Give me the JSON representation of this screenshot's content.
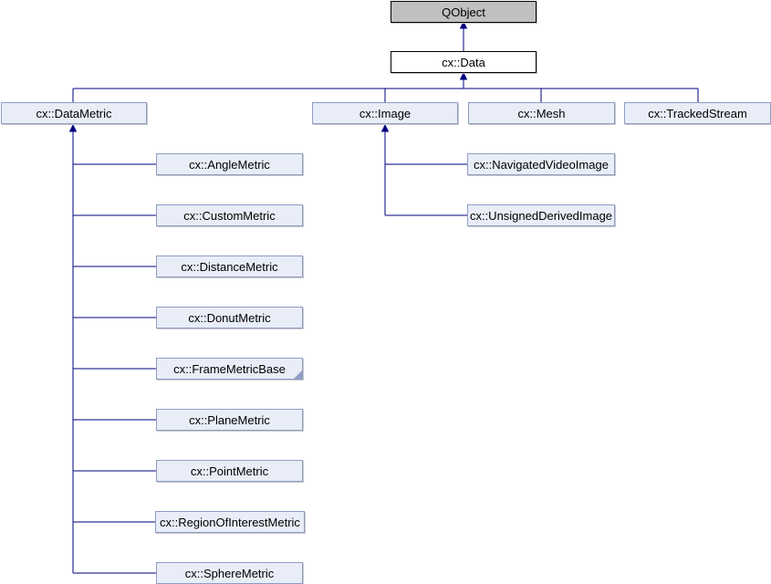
{
  "diagram_type": "class-inheritance-graph",
  "colors": {
    "line": "#000080",
    "root_fill": "#c0c0c0",
    "root_border": "#000000",
    "plain_fill": "#ffffff",
    "node_fill": "#e8edf7",
    "node_border": "#8f9dc4",
    "text": "#000000",
    "background": "#ffffff"
  },
  "nodes": {
    "qobject": {
      "label": "QObject"
    },
    "data": {
      "label": "cx::Data"
    },
    "data_metric": {
      "label": "cx::DataMetric"
    },
    "image": {
      "label": "cx::Image"
    },
    "mesh": {
      "label": "cx::Mesh"
    },
    "tracked_stream": {
      "label": "cx::TrackedStream"
    },
    "angle_metric": {
      "label": "cx::AngleMetric"
    },
    "custom_metric": {
      "label": "cx::CustomMetric"
    },
    "distance_metric": {
      "label": "cx::DistanceMetric"
    },
    "donut_metric": {
      "label": "cx::DonutMetric"
    },
    "frame_metric_base": {
      "label": "cx::FrameMetricBase"
    },
    "plane_metric": {
      "label": "cx::PlaneMetric"
    },
    "point_metric": {
      "label": "cx::PointMetric"
    },
    "region_of_interest_metric": {
      "label": "cx::RegionOfInterestMetric"
    },
    "sphere_metric": {
      "label": "cx::SphereMetric"
    }
  },
  "edges": [
    {
      "from": "cx::Data",
      "to": "QObject"
    },
    {
      "from": "cx::DataMetric",
      "to": "cx::Data"
    },
    {
      "from": "cx::Image",
      "to": "cx::Data"
    },
    {
      "from": "cx::Mesh",
      "to": "cx::Data"
    },
    {
      "from": "cx::TrackedStream",
      "to": "cx::Data"
    },
    {
      "from": "cx::AngleMetric",
      "to": "cx::DataMetric"
    },
    {
      "from": "cx::CustomMetric",
      "to": "cx::DataMetric"
    },
    {
      "from": "cx::DistanceMetric",
      "to": "cx::DataMetric"
    },
    {
      "from": "cx::DonutMetric",
      "to": "cx::DataMetric"
    },
    {
      "from": "cx::FrameMetricBase",
      "to": "cx::DataMetric"
    },
    {
      "from": "cx::PlaneMetric",
      "to": "cx::DataMetric"
    },
    {
      "from": "cx::PointMetric",
      "to": "cx::DataMetric"
    },
    {
      "from": "cx::RegionOfInterestMetric",
      "to": "cx::DataMetric"
    },
    {
      "from": "cx::SphereMetric",
      "to": "cx::DataMetric"
    },
    {
      "from": "cx::NavigatedVideoImage",
      "to": "cx::Image"
    },
    {
      "from": "cx::UnsignedDerivedImage",
      "to": "cx::Image"
    }
  ],
  "image_children": {
    "navigated_video_image": {
      "label": "cx::NavigatedVideoImage"
    },
    "unsigned_derived_image": {
      "label": "cx::UnsignedDerivedImage"
    }
  },
  "markers": {
    "frame_metric_base_truncated": "has-hidden-subclasses"
  }
}
